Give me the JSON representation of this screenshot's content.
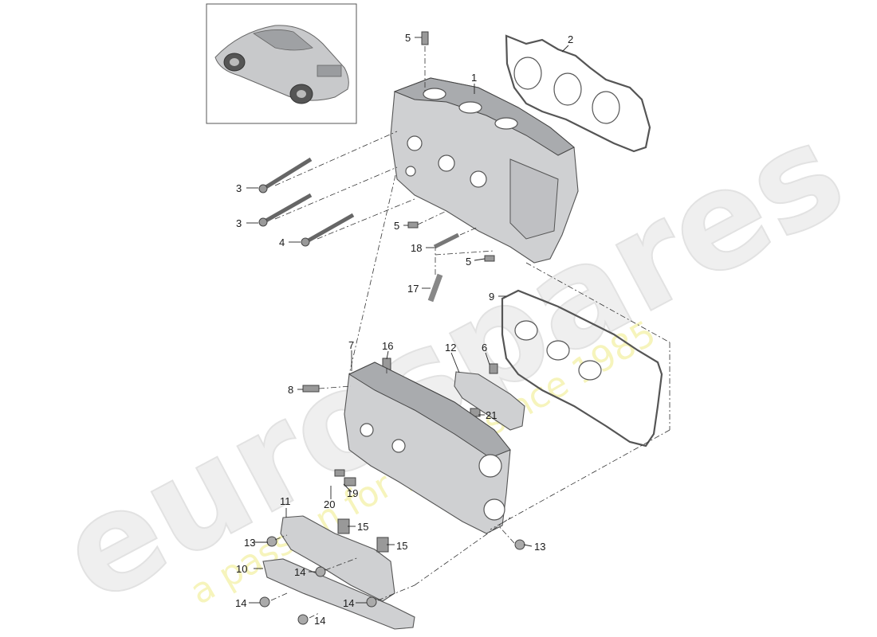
{
  "watermark": {
    "brand": "eurospares",
    "tagline": "a passion for parts since 1985"
  },
  "callouts": {
    "c1": "1",
    "c2": "2",
    "c3a": "3",
    "c3b": "3",
    "c4": "4",
    "c5a": "5",
    "c5b": "5",
    "c5c": "5",
    "c6": "6",
    "c7": "7",
    "c8": "8",
    "c9": "9",
    "c10": "10",
    "c11": "11",
    "c12": "12",
    "c13a": "13",
    "c13b": "13",
    "c14a": "14",
    "c14b": "14",
    "c14c": "14",
    "c14d": "14",
    "c15a": "15",
    "c15b": "15",
    "c16": "16",
    "c17": "17",
    "c18": "18",
    "c19": "19",
    "c20": "20",
    "c21": "21"
  },
  "colors": {
    "part": "#cfd0d2",
    "watermark_text": "#efefef",
    "watermark_tagline": "#f3f1a6"
  }
}
